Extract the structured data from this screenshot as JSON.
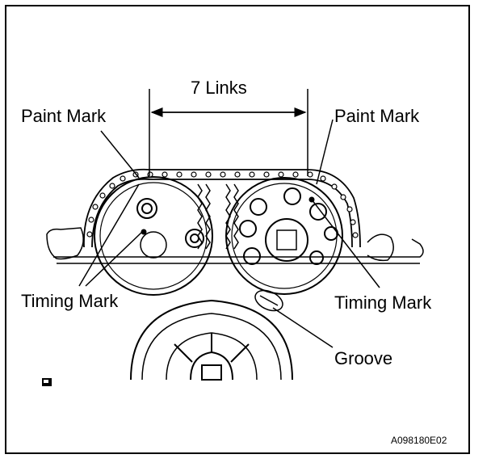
{
  "labels": {
    "links": "7 Links",
    "paint_mark_left": "Paint Mark",
    "paint_mark_right": "Paint Mark",
    "timing_mark_left": "Timing Mark",
    "timing_mark_right": "Timing Mark",
    "groove": "Groove"
  },
  "figure_code": "A098180E02",
  "link_count": 7
}
